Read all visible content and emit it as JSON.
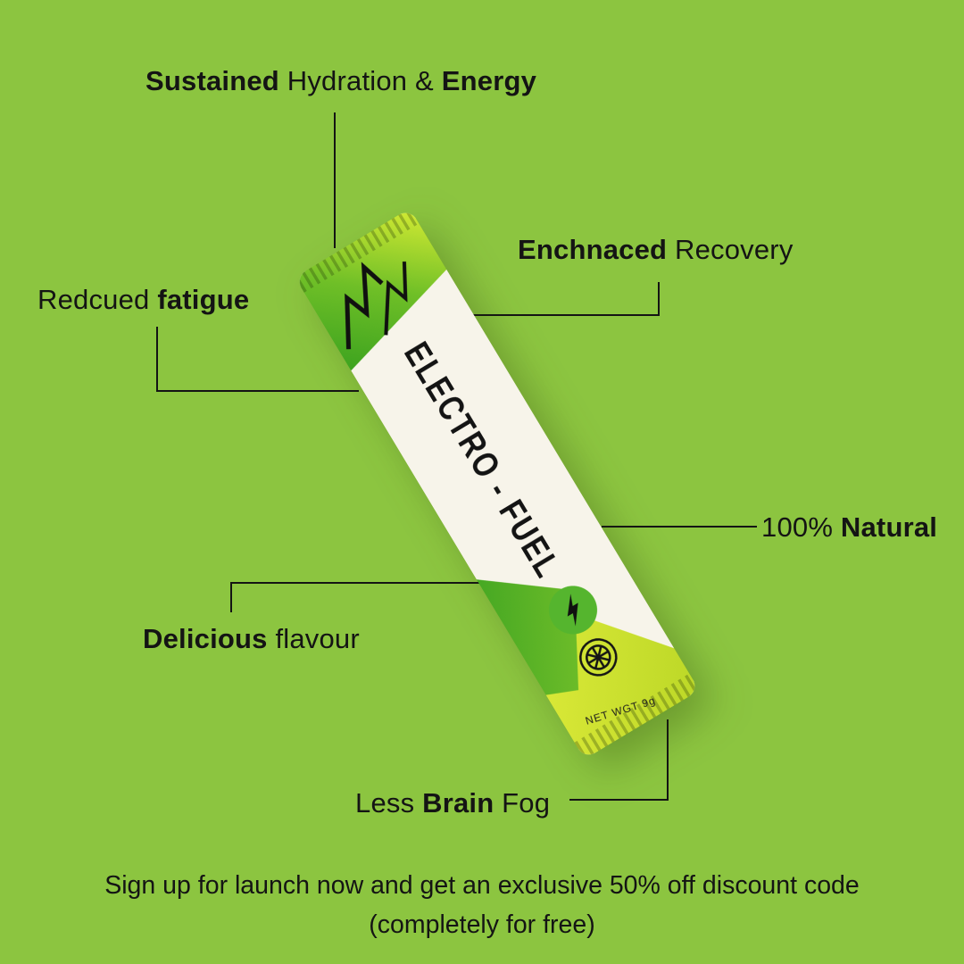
{
  "colors": {
    "background": "#8cc540",
    "ink": "#141414",
    "seal_green": "#3da31f",
    "bright_yellow": "#d8e62f",
    "circle_green": "#55b52e",
    "stick_white": "#f7f4ea"
  },
  "callouts": {
    "sustained": {
      "p1": "Sustained",
      "p2": " Hydration & ",
      "p3": "Energy"
    },
    "enhanced": {
      "p1": "Enchnaced",
      "p2": " Recovery"
    },
    "reduced": {
      "p1": "Redcued",
      "p2": " fatigue"
    },
    "natural": {
      "p1": "100%",
      "p2": " Natural"
    },
    "delicious": {
      "p1": "Delicious",
      "p2": " flavour"
    },
    "brainfog": {
      "p1": "Less ",
      "p2": "Brain",
      "p3": " Fog"
    }
  },
  "product": {
    "name": "ELECTRO - FUEL",
    "net_weight": "NET WGT 9g"
  },
  "footer": {
    "line1": "Sign up for launch now and get an exclusive 50% off discount code",
    "line2": "(completely for free)"
  }
}
